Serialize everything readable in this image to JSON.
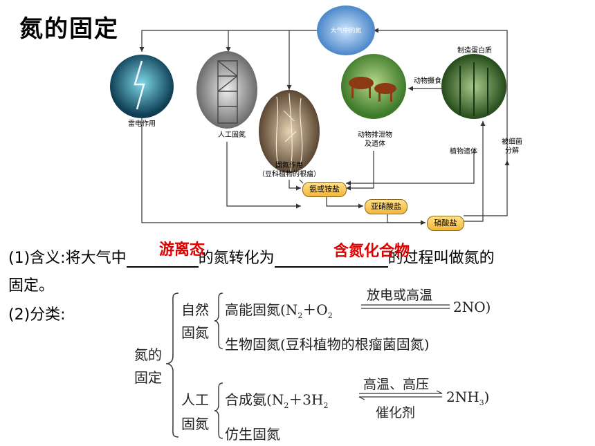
{
  "title": "氮的固定",
  "diagram": {
    "nodes": {
      "atmosphere": "大气中的氮",
      "lightning": "雷电作用",
      "industrial": "人工固氮",
      "biological": "固氮作用",
      "biological_sub": "（豆科植物的根瘤）",
      "animal_waste_1": "动物排泄物",
      "animal_waste_2": "及遗体",
      "protein": "制造蛋白质",
      "animal_feeding": "动物摄食",
      "plant_remains": "植物遗体",
      "decomposition_1": "被细菌",
      "decomposition_2": "分解"
    },
    "boxes": {
      "ammonia": "氨或铵盐",
      "nitrite": "亚硝酸盐",
      "nitrate": "硝酸盐"
    }
  },
  "definition": {
    "prefix": "(1)含义:将大气中",
    "middle": "的氮转化为",
    "suffix": "的过程叫做氮的",
    "line2": "固定。",
    "answer1": "游离态",
    "answer2": "含氮化合物"
  },
  "classification": {
    "label": "(2)分类:",
    "root_1": "氮的",
    "root_2": "固定",
    "natural_1": "自然",
    "natural_2": "固氮",
    "high_energy_prefix": "高能固氮(N",
    "high_energy_plus": "＋O",
    "high_energy_condition": "放电或高温",
    "high_energy_product": "2NO)",
    "bio": "生物固氮(豆科植物的根瘤菌固氮)",
    "artificial_1": "人工",
    "artificial_2": "固氮",
    "synth_prefix": "合成氨(N",
    "synth_plus": "＋3H",
    "synth_condition_top": "高温、高压",
    "synth_condition_bottom": "催化剂",
    "synth_product": "2NH",
    "synth_close": ")",
    "bionic": "仿生固氮",
    "sub2": "2",
    "sub3": "3"
  },
  "colors": {
    "answer": "#e00000",
    "box_fill": "#f4b73a"
  }
}
